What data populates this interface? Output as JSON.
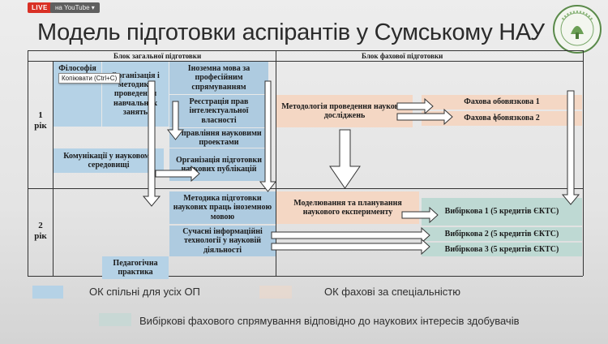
{
  "overlay": {
    "live_label": "LIVE",
    "youtube_label": "на YouTube ▾"
  },
  "slide": {
    "title": "Модель підготовки аспірантів у Сумському НАУ",
    "tooltip": "Копіювати (Ctrl+C)",
    "headers": {
      "general": "Блок загальної підготовки",
      "professional": "Блок фахової підготовки"
    },
    "years": {
      "first": "1\nрік",
      "second": "2\nрік"
    },
    "boxes": {
      "philosophy": "Філософія",
      "org_teaching": "Організація і методика проведення навчальних занять",
      "foreign_lang": "Іноземна мова за професійним спрямуванням",
      "ip_registration": "Реєстрація прав інтелектуальної власності",
      "project_mgmt": "Управління науковими проектами",
      "communications": "Комунікації у науковому середовищі",
      "org_publications": "Організація підготовки наукових публікацій",
      "methodology": "Методологія проведення наукових досліджень",
      "prof_mandatory_1": "Фахова обовязкова 1",
      "prof_mandatory_2": "Фахова обовязкова 2",
      "foreign_papers": "Методика підготовки наукових праць іноземною мовою",
      "modeling": "Моделювання та планування наукового експерименту",
      "elective_1": "Вибіркова 1 (5 кредитів ЄКТС)",
      "it_tech": "Сучасні інформаційні технології у науковій діяльності",
      "elective_2": "Вибіркова 2 (5 кредитів ЄКТС)",
      "elective_3": "Вибіркова 3 (5 кредитів ЄКТС)",
      "pedagogical": "Педагогічна практика"
    },
    "legend": {
      "common": "ОК спільні для усіх ОП",
      "specialty": "ОК фахові за спеціальністю",
      "electives": "Вибіркові фахового спрямування відповідно до наукових інтересів здобувачів"
    },
    "colors": {
      "common": "#b5d2e6",
      "specialty": "#f4d7c4",
      "electives": "#bed9d3"
    }
  }
}
